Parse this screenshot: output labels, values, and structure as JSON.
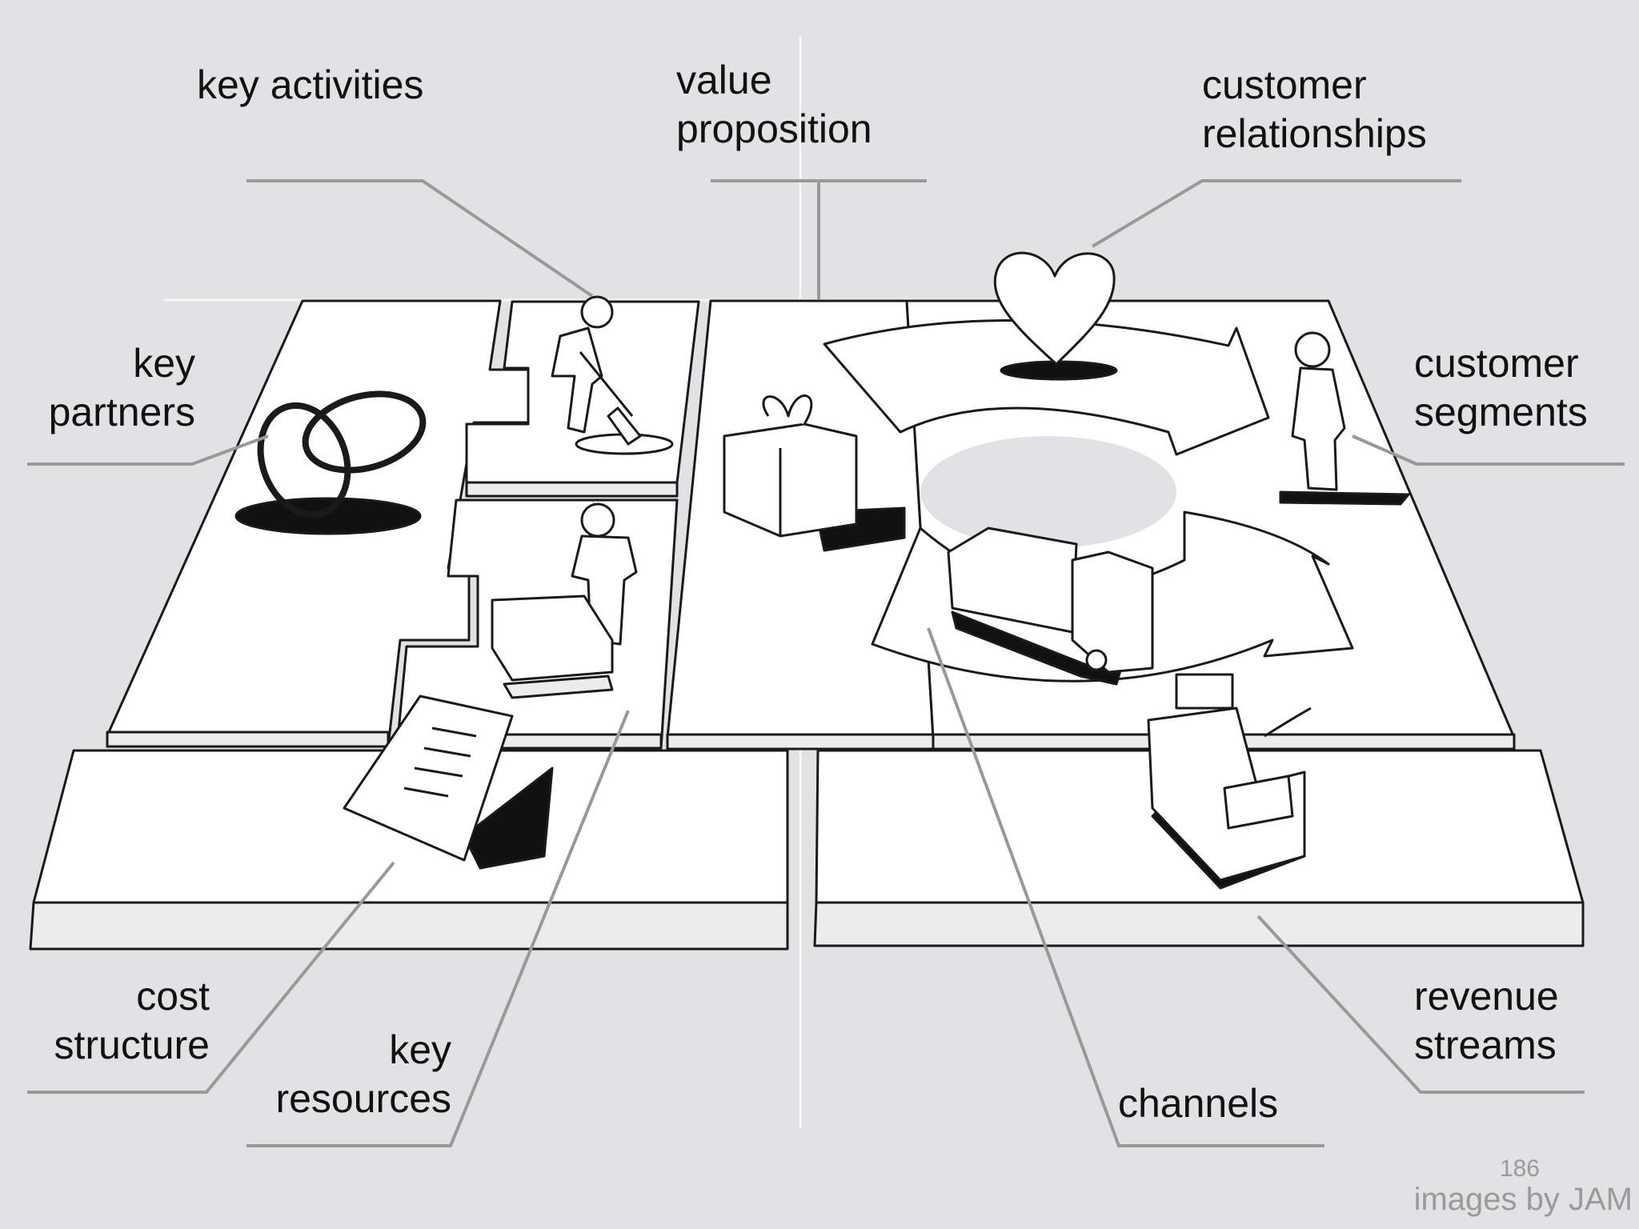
{
  "labels": {
    "key_activities": [
      "key activities"
    ],
    "value_proposition": [
      "value",
      "proposition"
    ],
    "customer_relationships": [
      "customer",
      "relationships"
    ],
    "key_partners": [
      "key",
      "partners"
    ],
    "customer_segments": [
      "customer",
      "segments"
    ],
    "cost_structure": [
      "cost",
      "structure"
    ],
    "key_resources": [
      "key",
      "resources"
    ],
    "channels": [
      "channels"
    ],
    "revenue_streams": [
      "revenue",
      "streams"
    ]
  },
  "footer": {
    "page_number": "186",
    "credit": "images by JAM"
  }
}
